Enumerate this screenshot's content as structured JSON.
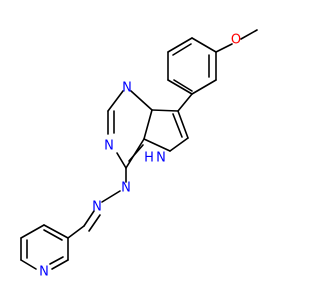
{
  "colors": {
    "bond": "#000000",
    "nitrogen": "#0000ff",
    "oxygen": "#ff0000",
    "background": "#ffffff"
  },
  "atom_labels": {
    "n_pyrimidine_top": "N",
    "n_pyrimidine_left": "N",
    "nh_pyrrole": "H",
    "n_hydrazine_1": "N",
    "n_hydrazine_2": "N",
    "n_pyridine": "N",
    "o_methoxy": "O"
  }
}
